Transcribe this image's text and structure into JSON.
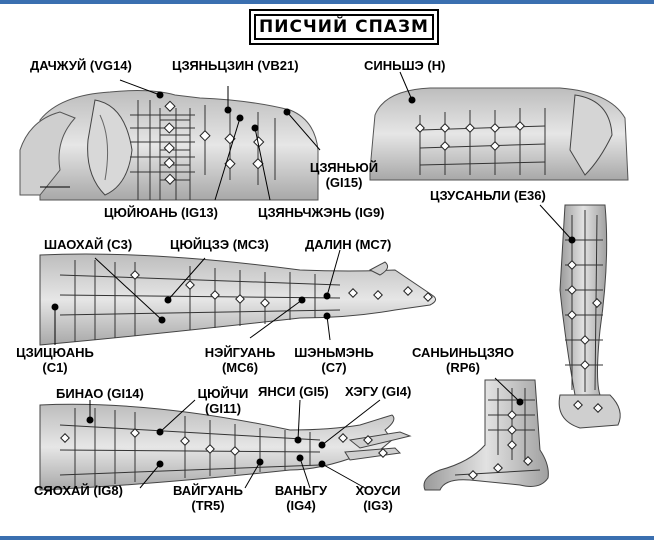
{
  "title": "ПИСЧИЙ СПАЗМ",
  "labels": {
    "dazhui": "ДАЧЖУЙ (VG14)",
    "tszyantszin": "ЦЗЯНЬЦЗИН (VB21)",
    "sinshe": "СИНЬШЭ (Н)",
    "tszyanyuy_a": "ЦЗЯНЬЮЙ",
    "tszyanyuy_b": "(GI15)",
    "tsyuyyuan": "ЦЮЙЮАНЬ (IG13)",
    "tszyanchzhen": "ЦЗЯНЬЧЖЭНЬ (IG9)",
    "tszusanli": "ЦЗУСАНЬЛИ (E36)",
    "shaohay": "ШАОХАЙ (С3)",
    "tsyuytsze": "ЦЮЙЦЗЭ (МС3)",
    "dalin": "ДАЛИН (МС7)",
    "tszitsyuan_a": "ЦЗИЦЮАНЬ",
    "tszitsyuan_b": "(С1)",
    "neyguan_a": "НЭЙГУАНЬ",
    "neyguan_b": "(МС6)",
    "shenmen_a": "ШЭНЬМЭНЬ",
    "shenmen_b": "(С7)",
    "sanyintszyao_a": "САНЬИНЬЦЗЯО",
    "sanyintszyao_b": "(RP6)",
    "binao": "БИНАО (GI14)",
    "tsyuychi_a": "ЦЮЙЧИ",
    "tsyuychi_b": "(GI11)",
    "yansi": "ЯНСИ (GI5)",
    "hegu": "ХЭГУ (GI4)",
    "syaohay": "СЯОХАЙ (IG8)",
    "vayguan_a": "ВАЙГУАНЬ",
    "vayguan_b": "(TR5)",
    "vangu_a": "ВАНЬГУ",
    "vangu_b": "(IG4)",
    "housi_a": "ХОУСИ",
    "housi_b": "(IG3)"
  }
}
